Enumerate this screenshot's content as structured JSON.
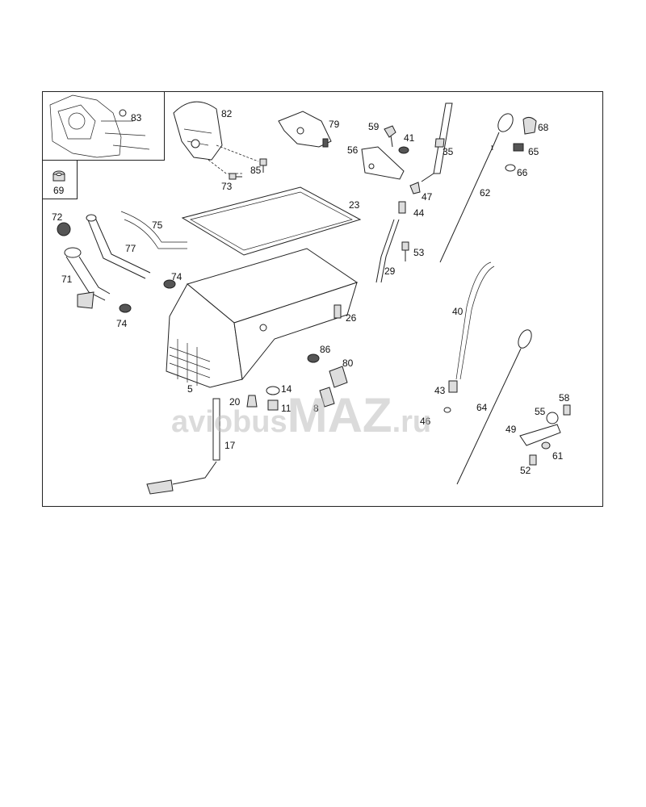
{
  "diagram": {
    "callouts": [
      {
        "id": "83",
        "label": "83"
      },
      {
        "id": "82",
        "label": "82"
      },
      {
        "id": "79",
        "label": "79"
      },
      {
        "id": "59",
        "label": "59"
      },
      {
        "id": "41",
        "label": "41"
      },
      {
        "id": "56",
        "label": "56"
      },
      {
        "id": "35",
        "label": "35"
      },
      {
        "id": "68",
        "label": "68"
      },
      {
        "id": "65",
        "label": "65"
      },
      {
        "id": "66",
        "label": "66"
      },
      {
        "id": "85",
        "label": "85"
      },
      {
        "id": "73",
        "label": "73"
      },
      {
        "id": "69",
        "label": "69"
      },
      {
        "id": "23",
        "label": "23"
      },
      {
        "id": "47",
        "label": "47"
      },
      {
        "id": "62",
        "label": "62"
      },
      {
        "id": "72",
        "label": "72"
      },
      {
        "id": "75",
        "label": "75"
      },
      {
        "id": "44",
        "label": "44"
      },
      {
        "id": "77",
        "label": "77"
      },
      {
        "id": "53",
        "label": "53"
      },
      {
        "id": "71",
        "label": "71"
      },
      {
        "id": "74a",
        "label": "74"
      },
      {
        "id": "29",
        "label": "29"
      },
      {
        "id": "40",
        "label": "40"
      },
      {
        "id": "74b",
        "label": "74"
      },
      {
        "id": "26",
        "label": "26"
      },
      {
        "id": "86",
        "label": "86"
      },
      {
        "id": "80",
        "label": "80"
      },
      {
        "id": "5",
        "label": "5"
      },
      {
        "id": "14",
        "label": "14"
      },
      {
        "id": "43",
        "label": "43"
      },
      {
        "id": "20",
        "label": "20"
      },
      {
        "id": "11",
        "label": "11"
      },
      {
        "id": "8",
        "label": "8"
      },
      {
        "id": "64",
        "label": "64"
      },
      {
        "id": "58",
        "label": "58"
      },
      {
        "id": "55",
        "label": "55"
      },
      {
        "id": "46",
        "label": "46"
      },
      {
        "id": "49",
        "label": "49"
      },
      {
        "id": "17",
        "label": "17"
      },
      {
        "id": "61",
        "label": "61"
      },
      {
        "id": "52",
        "label": "52"
      }
    ]
  },
  "watermark": {
    "prefix": "aviobus",
    "brand": "MAZ",
    "suffix": ".ru"
  }
}
